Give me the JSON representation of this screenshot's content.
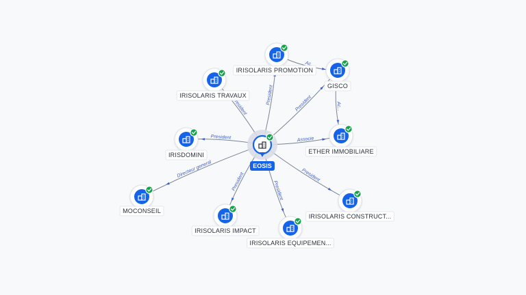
{
  "center": {
    "label": "EOSIS"
  },
  "nodes": [
    {
      "id": "promotion",
      "label": "IRISOLARIS PROMOTION"
    },
    {
      "id": "gisco",
      "label": "GISCO"
    },
    {
      "id": "travaux",
      "label": "IRISOLARIS TRAVAUX"
    },
    {
      "id": "irisdomini",
      "label": "IRISDOMINI"
    },
    {
      "id": "ether",
      "label": "ETHER IMMOBILIARE"
    },
    {
      "id": "moconseil",
      "label": "MOCONSEIL"
    },
    {
      "id": "construct",
      "label": "IRISOLARIS CONSTRUCT..."
    },
    {
      "id": "impact",
      "label": "IRISOLARIS IMPACT"
    },
    {
      "id": "equipement",
      "label": "IRISOLARIS EQUIPEMEN..."
    }
  ],
  "edges": [
    {
      "from": "center",
      "to": "promotion",
      "label": "President"
    },
    {
      "from": "center",
      "to": "travaux",
      "label": "President"
    },
    {
      "from": "center",
      "to": "irisdomini",
      "label": "President"
    },
    {
      "from": "center",
      "to": "gisco",
      "label": "President"
    },
    {
      "from": "center",
      "to": "ether",
      "label": "Associe"
    },
    {
      "from": "center",
      "to": "moconseil",
      "label": "Directeur general"
    },
    {
      "from": "center",
      "to": "impact",
      "label": "President"
    },
    {
      "from": "center",
      "to": "equipement",
      "label": "President"
    },
    {
      "from": "center",
      "to": "construct",
      "label": "President"
    },
    {
      "from": "promotion",
      "to": "gisco",
      "label": "Ac..."
    },
    {
      "from": "gisco",
      "to": "ether",
      "label": "Ac..."
    }
  ],
  "icons": {
    "node": "building-icon",
    "verified": "checkmark-icon"
  }
}
